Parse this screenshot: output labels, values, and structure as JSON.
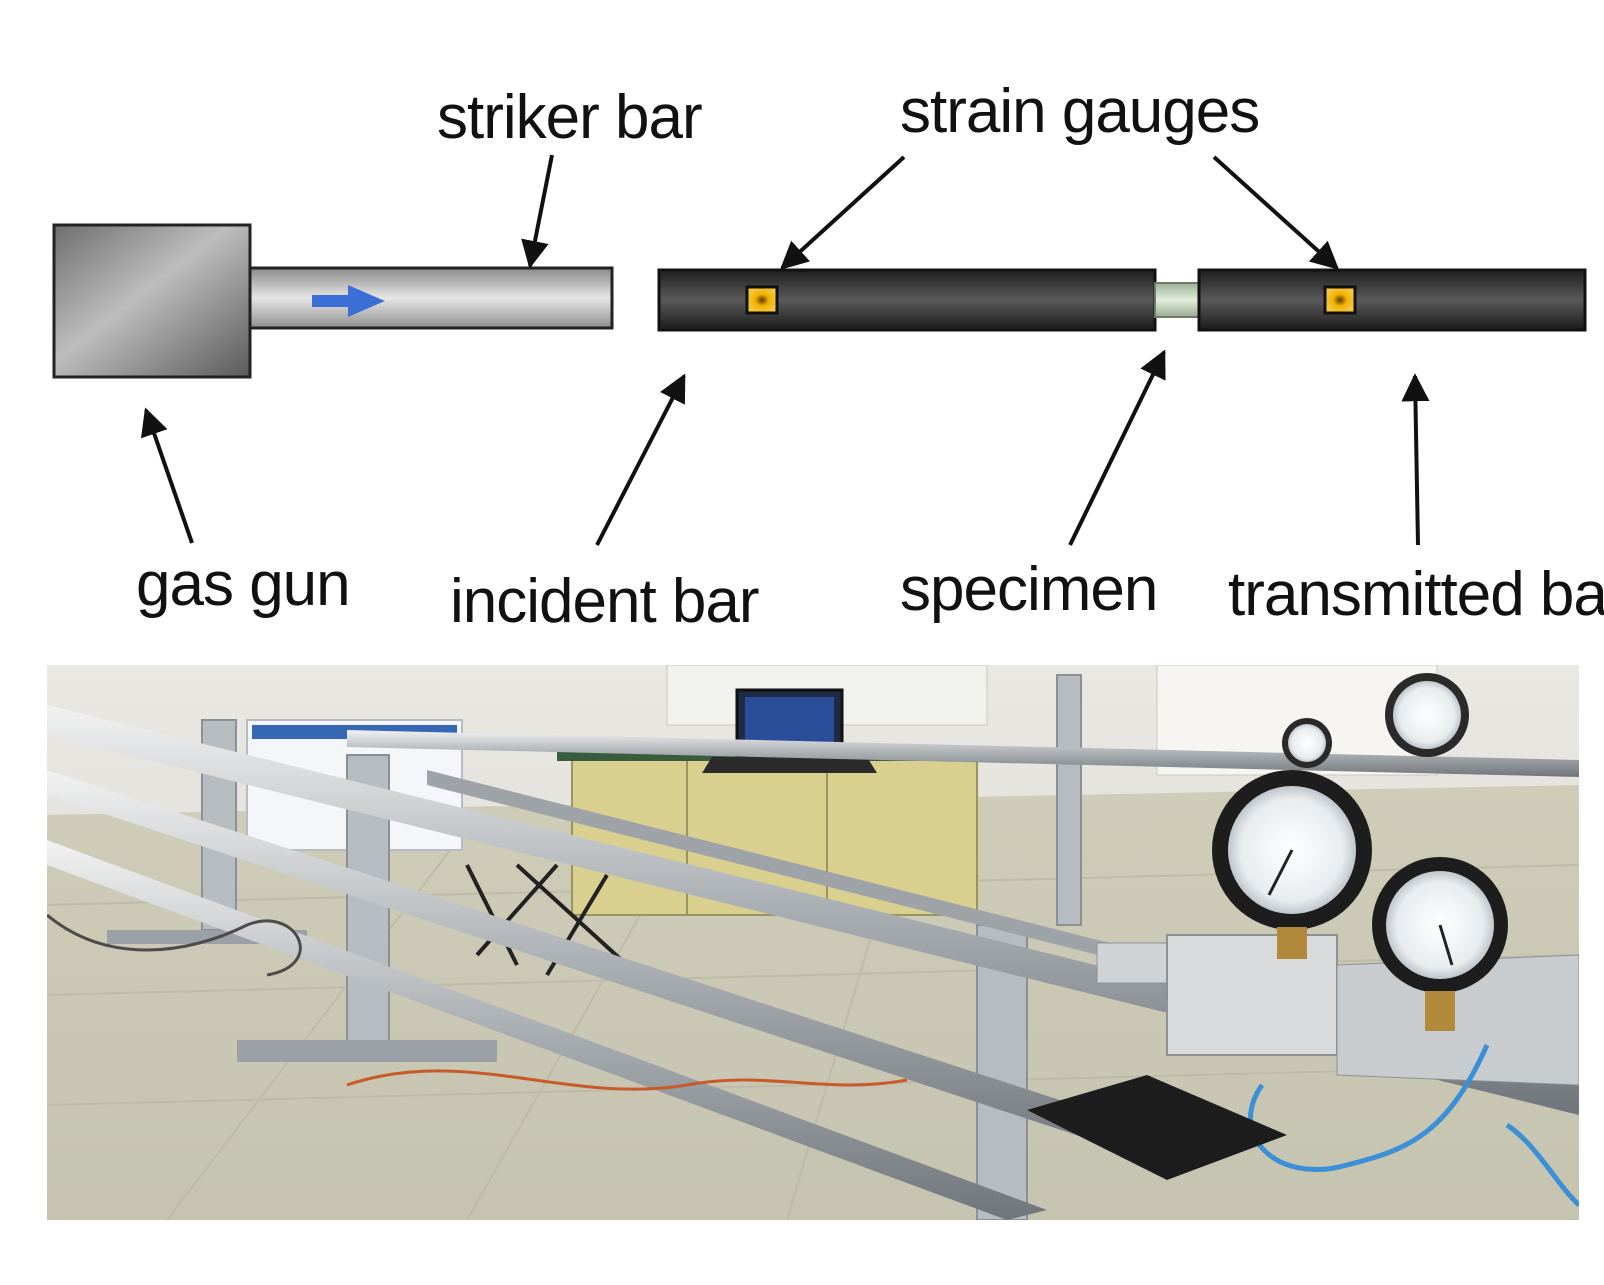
{
  "labels": {
    "striker_bar": "striker bar",
    "strain_gauges": "strain gauges",
    "gas_gun": "gas gun",
    "incident_bar": "incident bar",
    "specimen": "specimen",
    "transmitted_bar": "transmitted bar"
  },
  "colors": {
    "velocity_arrow": "#3b6fd6",
    "gauge_fill": "#f0b000",
    "dark_bar": "#3a3a3a",
    "specimen": "#c7d6bf"
  }
}
